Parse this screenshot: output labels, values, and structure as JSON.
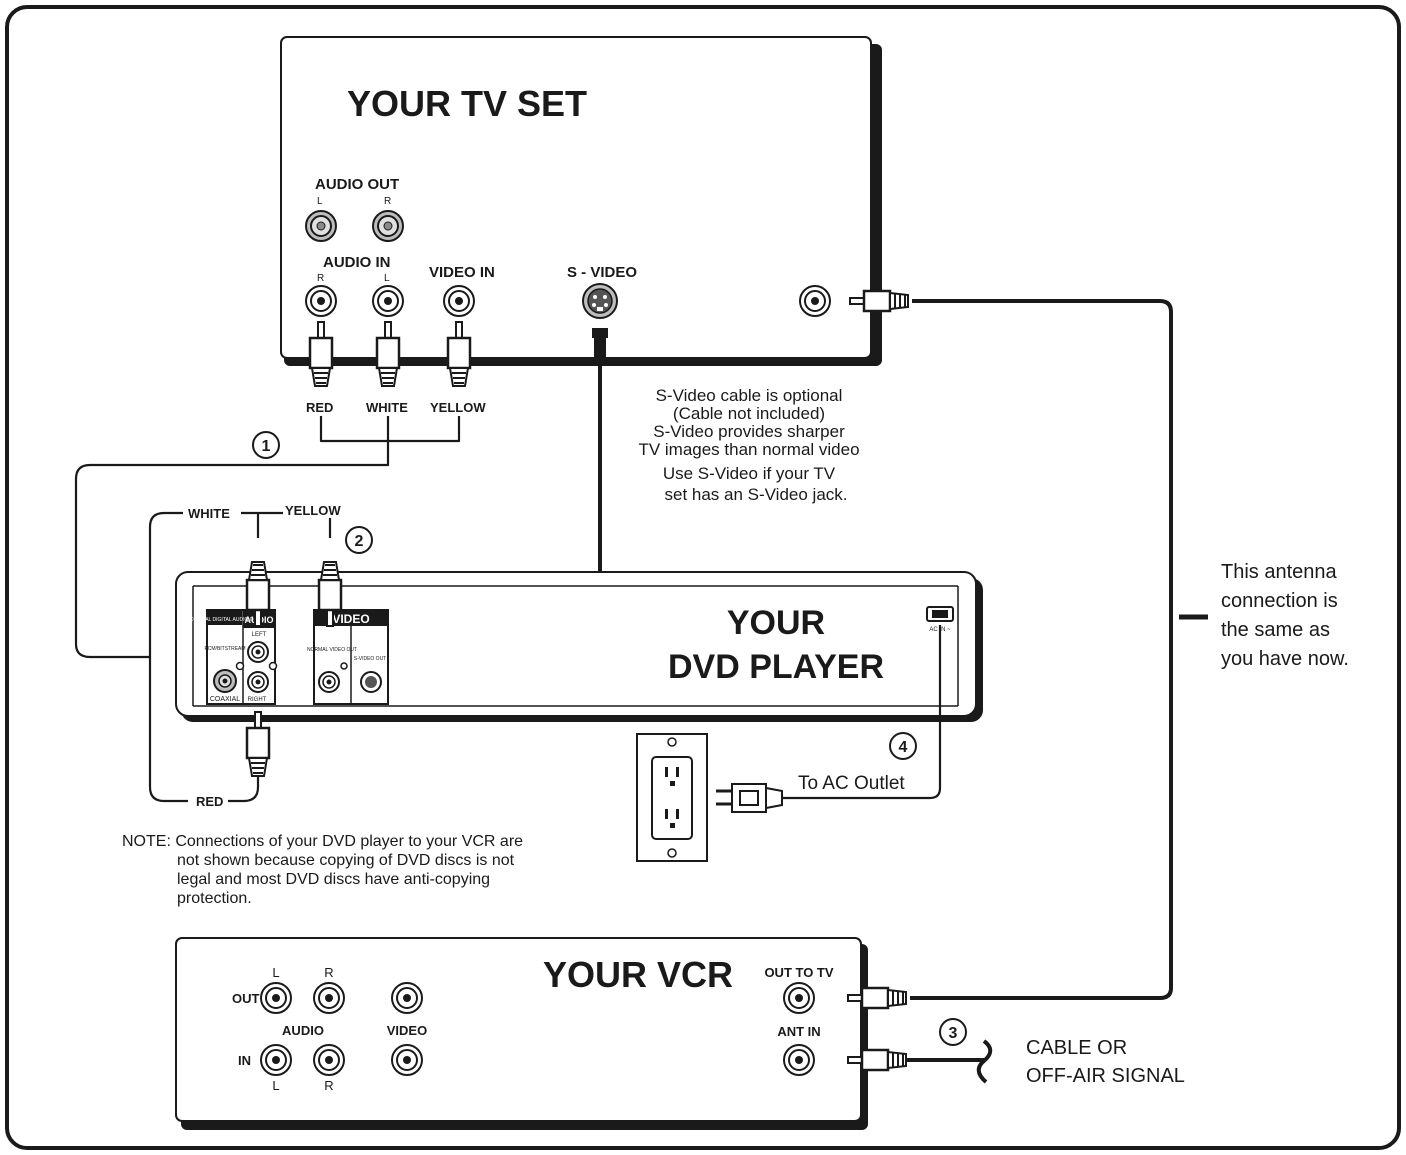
{
  "tv": {
    "title": "YOUR TV SET",
    "audio_out": "AUDIO OUT",
    "l": "L",
    "r": "R",
    "audio_in": "AUDIO IN",
    "video_in": "VIDEO IN",
    "s_video": "S - VIDEO",
    "plug_red": "RED",
    "plug_white": "WHITE",
    "plug_yellow": "YELLOW"
  },
  "svideo_note": [
    "S-Video cable is optional",
    "(Cable not included)",
    "S-Video provides sharper",
    "TV images than normal video",
    "Use S-Video if your TV",
    "set has an S-Video jack."
  ],
  "dvd": {
    "title_line1": "YOUR",
    "title_line2": "DVD PLAYER",
    "white": "WHITE",
    "yellow": "YELLOW",
    "red": "RED",
    "audio_tag": "AUDIO",
    "video_tag": "VIDEO",
    "coaxial_header": "COAXIAL DIGITAL AUDIO OUT",
    "coaxial_sub": "PCM/BITSTREAM",
    "coaxial": "COAXIAL",
    "left": "LEFT",
    "right": "RIGHT",
    "normal_video_out": "NORMAL VIDEO OUT",
    "s_video_out": "S-VIDEO OUT",
    "ac_in": "AC IN ~"
  },
  "step_numbers": {
    "one": "1",
    "two_a": "2",
    "two_b": "2",
    "three": "3",
    "four": "4"
  },
  "ac_outlet": "To AC Outlet",
  "note": [
    "NOTE: Connections of your DVD player to your VCR are",
    "not shown because copying of DVD discs is not",
    "legal and most DVD discs have anti-copying",
    "protection."
  ],
  "antenna_note": [
    "This antenna",
    "connection is",
    "the same as",
    "you have now."
  ],
  "vcr": {
    "title": "YOUR VCR",
    "l": "L",
    "r": "R",
    "out": "OUT",
    "in": "IN",
    "audio": "AUDIO",
    "video": "VIDEO",
    "out_to_tv": "OUT TO TV",
    "ant_in": "ANT IN"
  },
  "signal": [
    "CABLE OR",
    "OFF-AIR SIGNAL"
  ]
}
